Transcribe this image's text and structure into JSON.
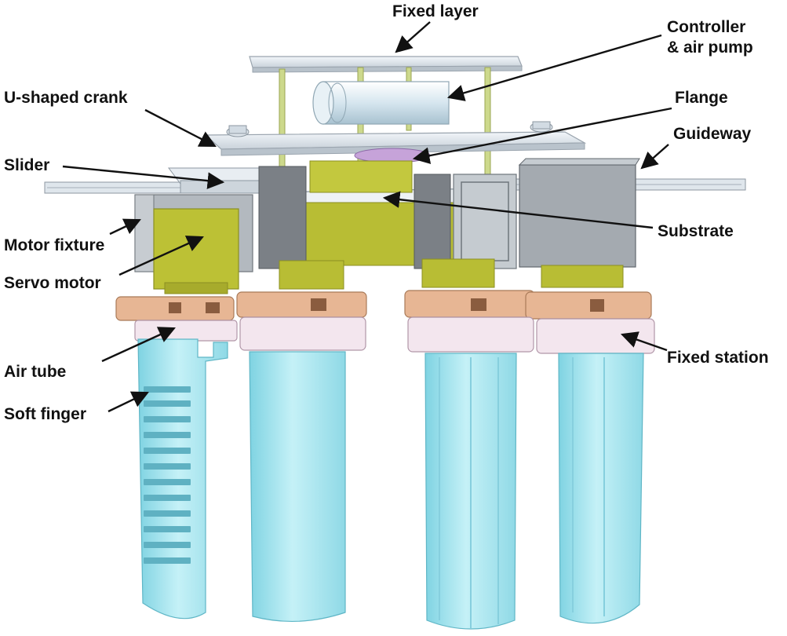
{
  "labels": {
    "fixed_layer": "Fixed layer",
    "controller_line1": "Controller",
    "controller_line2": "& air pump",
    "u_shaped_crank": "U-shaped crank",
    "flange": "Flange",
    "guideway": "Guideway",
    "slider": "Slider",
    "substrate": "Substrate",
    "motor_fixture": "Motor fixture",
    "servo_motor": "Servo motor",
    "air_tube": "Air tube",
    "fixed_station": "Fixed station",
    "soft_finger": "Soft finger"
  },
  "colors": {
    "plate": "#e6ecf2",
    "plate_edge": "#a9b3bd",
    "rod": "#c9d97a",
    "guide_metal": "#9aa0a6",
    "guide_dark": "#7d8288",
    "servo": "#c4c93c",
    "servo_dark": "#9ea02a",
    "copper": "#e4b28f",
    "station": "#f1e7ec",
    "finger": "#a9e6ef",
    "finger_dark": "#6cc7d8",
    "arrow": "#111111"
  }
}
